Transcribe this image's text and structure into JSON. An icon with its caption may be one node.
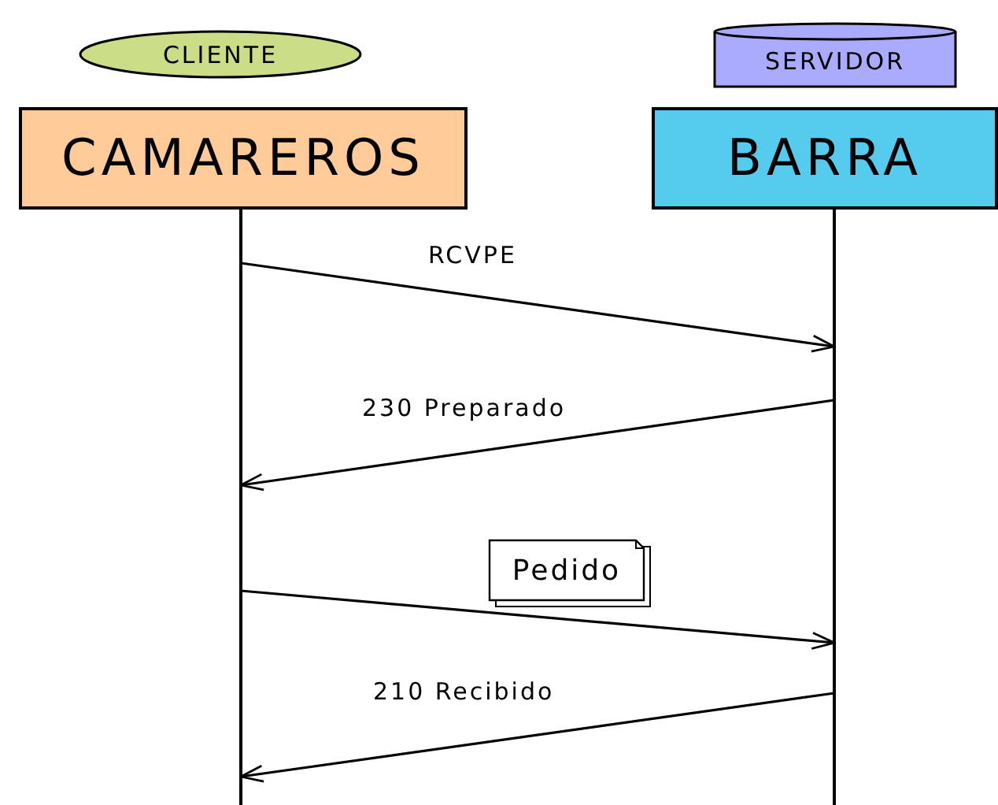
{
  "diagram": {
    "nodes": [
      {
        "text": [
          "CLIENTE"
        ]
      },
      {
        "text": [
          "SERVIDOR"
        ]
      },
      {
        "text": [
          "CAMAREROS"
        ]
      },
      {
        "text": [
          "BARRA"
        ]
      },
      {
        "text": [
          "Pedido"
        ]
      }
    ],
    "edges": [
      {
        "from": 2,
        "to": 3,
        "arrow": "to",
        "label": "RCVPE"
      },
      {
        "from": 3,
        "to": 2,
        "arrow": "to",
        "label": "230 Preparado"
      },
      {
        "from": 2,
        "to": 3,
        "arrow": "to"
      },
      {
        "from": 3,
        "to": 2,
        "arrow": "to",
        "label": "210 Recibido"
      }
    ]
  }
}
